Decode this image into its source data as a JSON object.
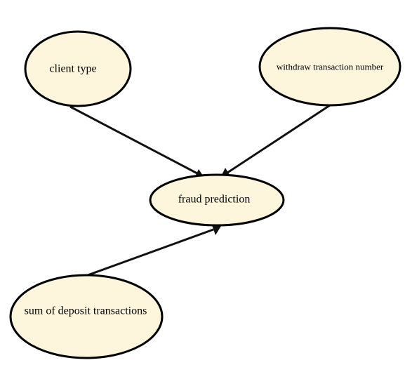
{
  "diagram": {
    "type": "directed-graph",
    "nodes": {
      "client_type": {
        "label": "client type"
      },
      "withdraw": {
        "label": "withdraw transaction number"
      },
      "fraud": {
        "label": "fraud prediction"
      },
      "deposit": {
        "label": "sum of deposit transactions"
      }
    },
    "edges": [
      {
        "from": "client type",
        "to": "fraud prediction"
      },
      {
        "from": "withdraw transaction number",
        "to": "fraud prediction"
      },
      {
        "from": "sum of deposit transactions",
        "to": "fraud prediction"
      }
    ],
    "colors": {
      "node_fill": "#fdf5dc",
      "node_stroke": "#000000",
      "edge": "#111111"
    }
  }
}
